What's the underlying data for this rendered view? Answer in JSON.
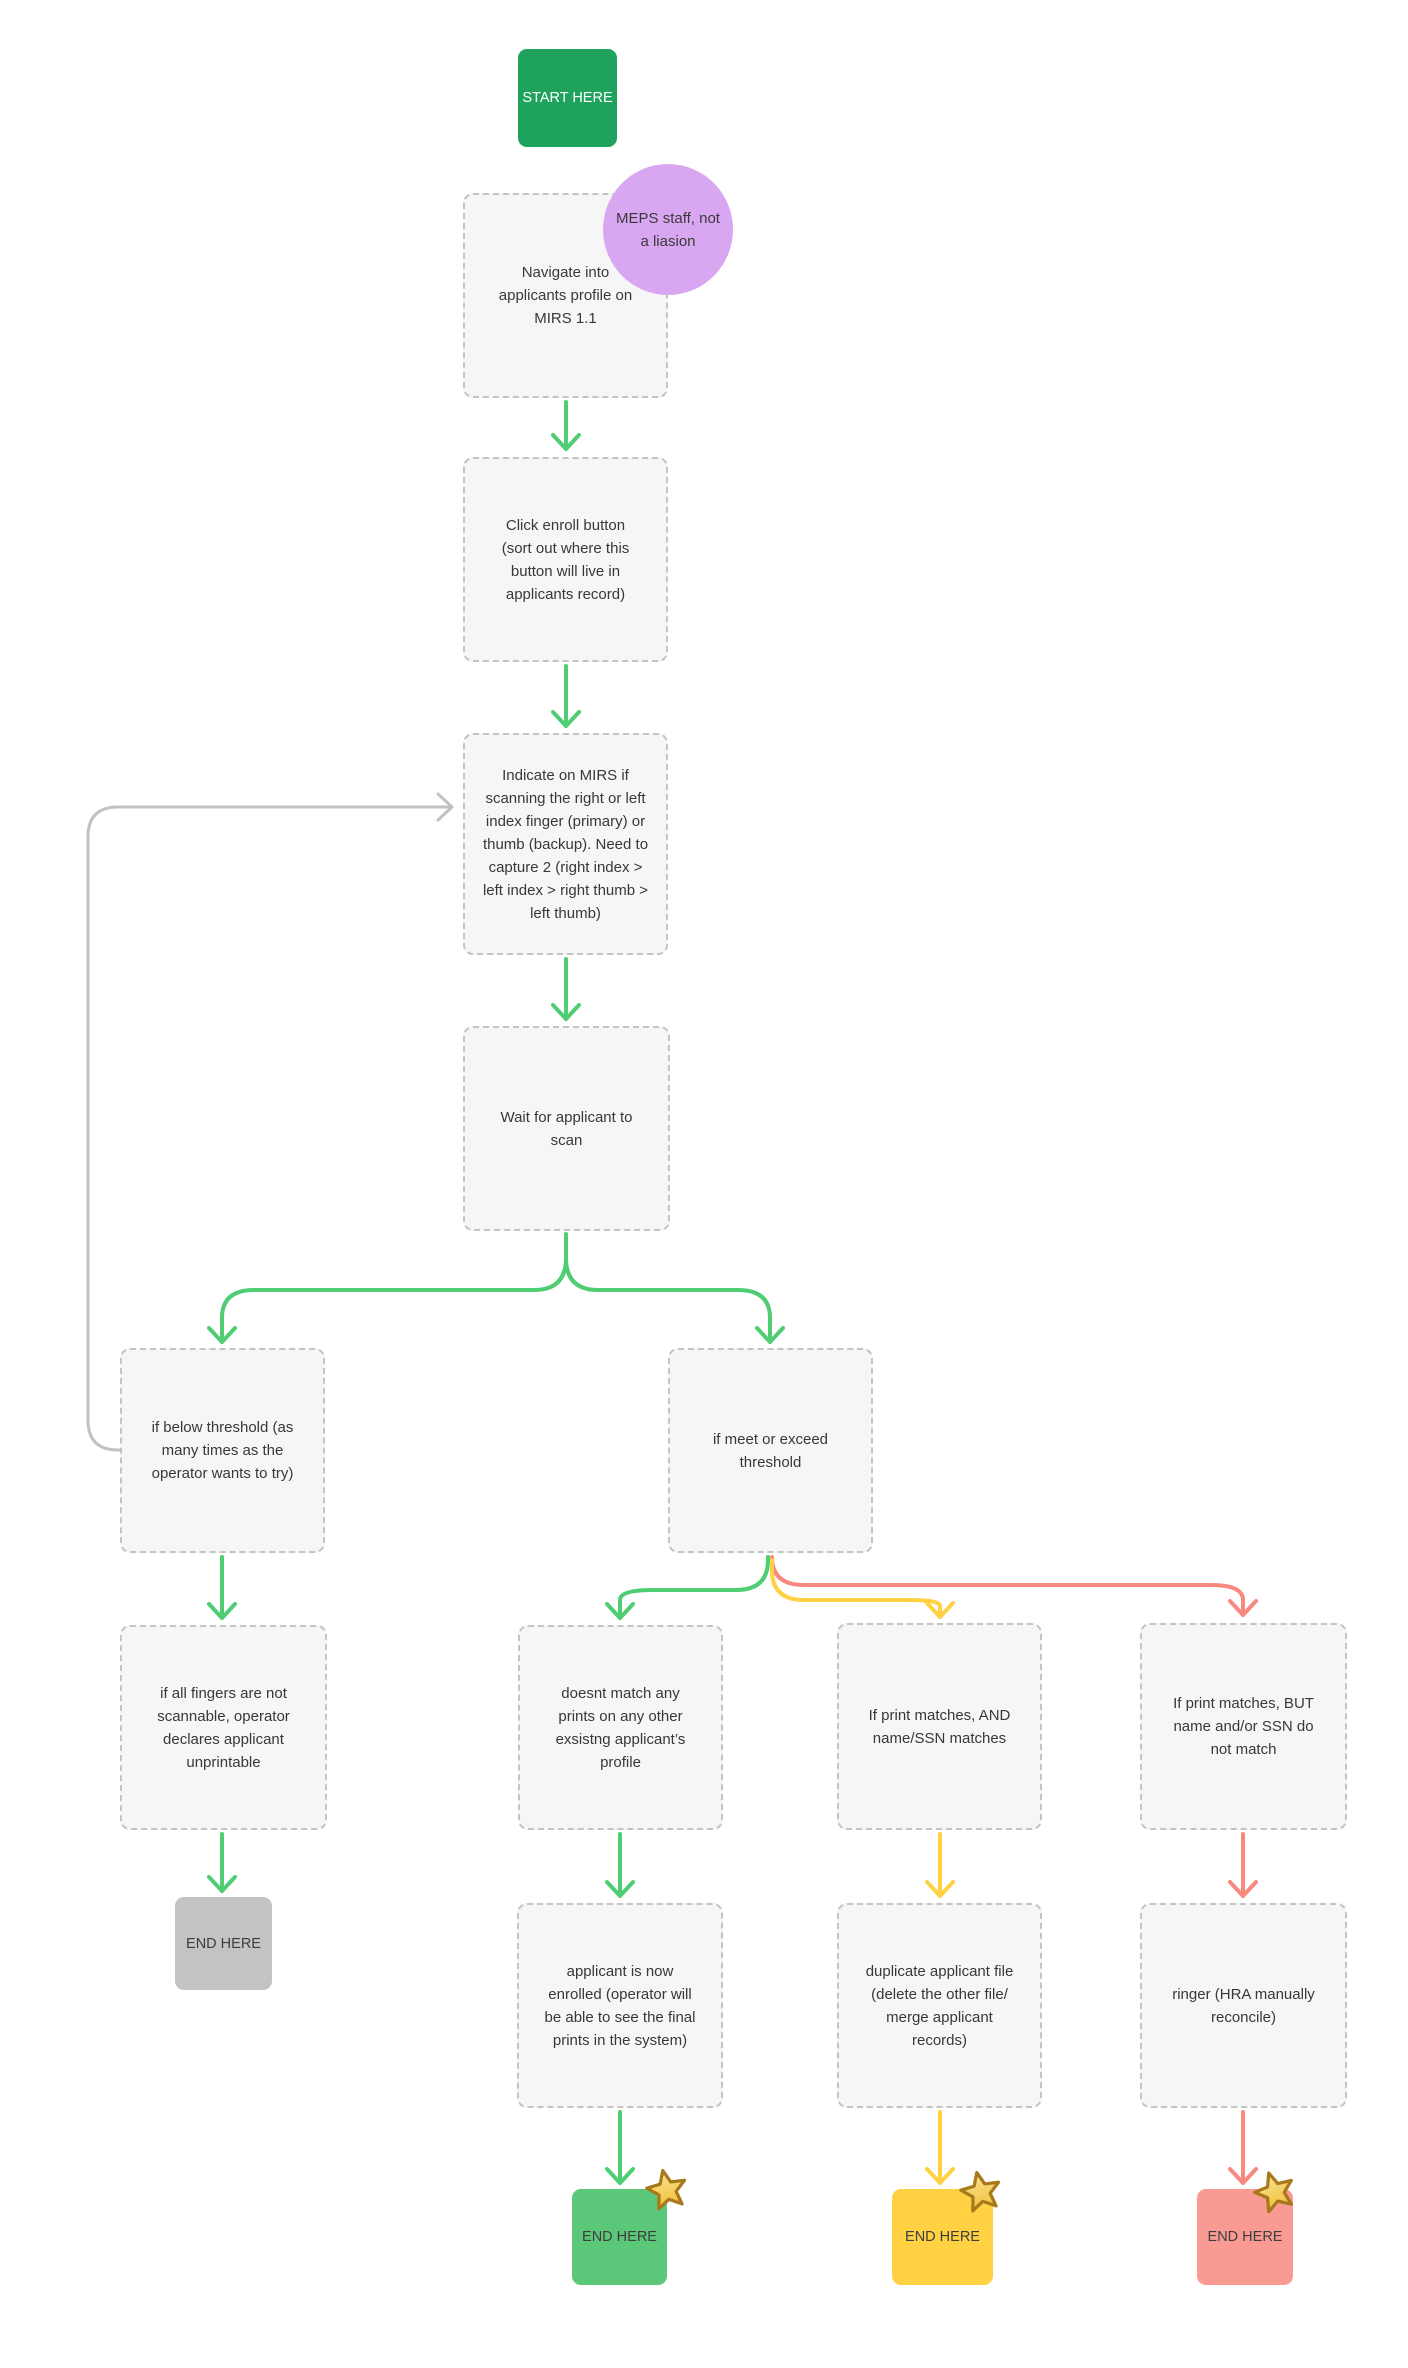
{
  "colors": {
    "start_green": "#1fa35c",
    "arrow_green": "#4ecd73",
    "end_green": "#5ac878",
    "yellow": "#ffd143",
    "salmon_red": "#f99b92",
    "arrow_red": "#f9897f",
    "end_gray": "#c3c3c3",
    "loop_gray": "#c2c2c2",
    "note_purple": "#d9a7f1",
    "node_fill": "#f6f6f6",
    "node_border": "#c4c4c4"
  },
  "nodes": {
    "start": {
      "label": "START HERE"
    },
    "staff_note": {
      "label": "MEPS staff, not a liasion"
    },
    "nav_profile": {
      "label": "Navigate into applicants profile on MIRS 1.1"
    },
    "click_enroll": {
      "label": "Click enroll button (sort out where this button will live in applicants record)"
    },
    "indicate_mirs": {
      "label": "Indicate on MIRS if scanning the right or left index finger (primary) or thumb (backup). Need to capture 2 (right index > left index > right thumb > left thumb)"
    },
    "wait_scan": {
      "label": "Wait for applicant to scan"
    },
    "below_threshold": {
      "label": "if below threshold (as many times as the operator wants to try)"
    },
    "meet_threshold": {
      "label": "if meet or exceed threshold"
    },
    "unprintable": {
      "label": "if all fingers are not scannable, operator declares applicant unprintable"
    },
    "no_match": {
      "label": "doesnt match any prints on any other exsistng applicant’s profile"
    },
    "print_name_match": {
      "label": "If print matches, AND name/SSN matches"
    },
    "print_no_name_match": {
      "label": "If print matches, BUT name and/or SSN do not match"
    },
    "enrolled": {
      "label": "applicant is now enrolled (operator will be able to see the final prints in the system)"
    },
    "duplicate": {
      "label": "duplicate applicant file (delete the other file/ merge applicant records)"
    },
    "ringer": {
      "label": "ringer (HRA manually reconcile)"
    },
    "end_gray": {
      "label": "END HERE"
    },
    "end_green": {
      "label": "END HERE"
    },
    "end_yellow": {
      "label": "END HERE"
    },
    "end_red": {
      "label": "END HERE"
    }
  },
  "edges": [
    {
      "from": "nav_profile",
      "to": "click_enroll",
      "color": "green"
    },
    {
      "from": "click_enroll",
      "to": "indicate_mirs",
      "color": "green"
    },
    {
      "from": "indicate_mirs",
      "to": "wait_scan",
      "color": "green"
    },
    {
      "from": "wait_scan",
      "to": "below_threshold",
      "color": "green"
    },
    {
      "from": "wait_scan",
      "to": "meet_threshold",
      "color": "green"
    },
    {
      "from": "below_threshold",
      "to": "unprintable",
      "color": "green"
    },
    {
      "from": "unprintable",
      "to": "end_gray",
      "color": "green"
    },
    {
      "from": "below_threshold",
      "to": "indicate_mirs",
      "color": "gray"
    },
    {
      "from": "meet_threshold",
      "to": "no_match",
      "color": "green"
    },
    {
      "from": "meet_threshold",
      "to": "print_name_match",
      "color": "yellow"
    },
    {
      "from": "meet_threshold",
      "to": "print_no_name_match",
      "color": "red"
    },
    {
      "from": "no_match",
      "to": "enrolled",
      "color": "green"
    },
    {
      "from": "enrolled",
      "to": "end_green",
      "color": "green"
    },
    {
      "from": "print_name_match",
      "to": "duplicate",
      "color": "yellow"
    },
    {
      "from": "duplicate",
      "to": "end_yellow",
      "color": "yellow"
    },
    {
      "from": "print_no_name_match",
      "to": "ringer",
      "color": "red"
    },
    {
      "from": "ringer",
      "to": "end_red",
      "color": "red"
    }
  ]
}
